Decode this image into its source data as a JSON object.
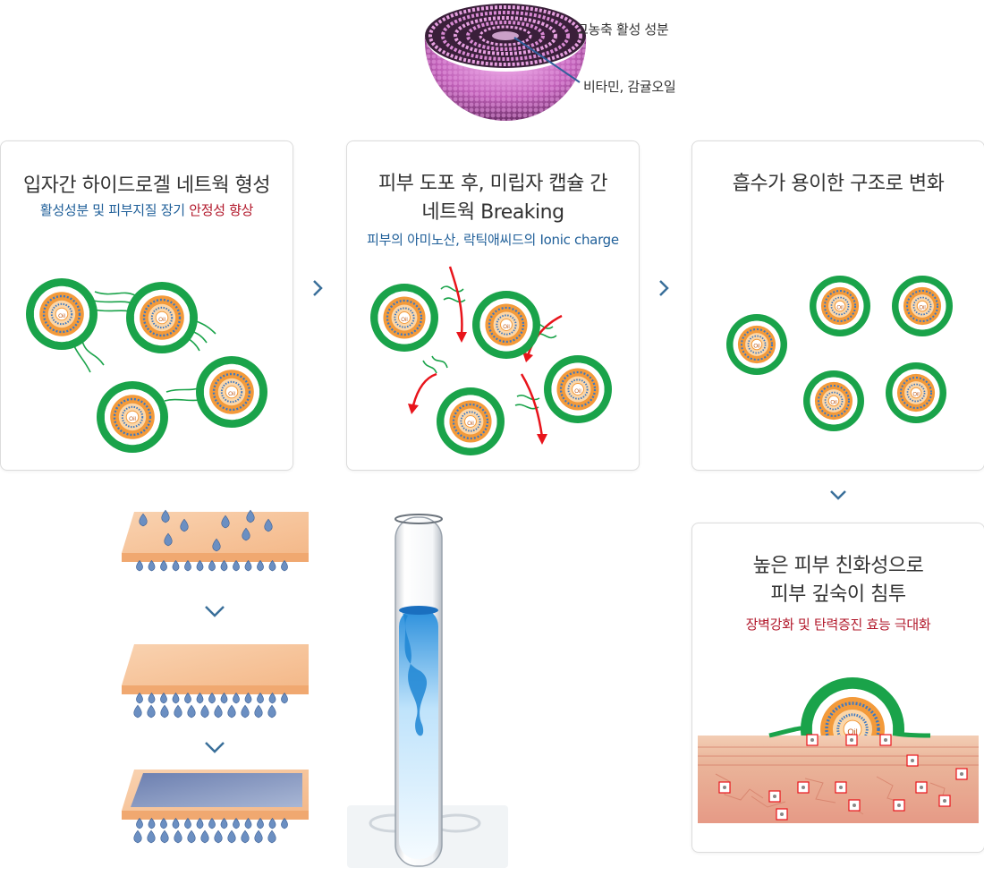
{
  "top": {
    "label_active": "고농축 활성 성분",
    "label_vitamin": "비타민, 감귤오일"
  },
  "cards": [
    {
      "title": "입자간 하이드로겔 네트웍 형성",
      "subtitle_blue": "활성성분 및 피부지질 장기",
      "subtitle_red": "안정성 향상"
    },
    {
      "title_line1": "피부 도포 후, 미립자 캡슐 간",
      "title_line2": "네트웍 Breaking",
      "subtitle_blue": "피부의 아미노산, 락틱애씨드의 Ionic charge"
    },
    {
      "title": "흡수가 용이한 구조로 변화"
    },
    {
      "title_line1": "높은 피부 친화성으로",
      "title_line2": "피부 깊숙이 침투",
      "subtitle_red": "장벽강화 및 탄력증진 효능 극대화"
    }
  ],
  "particle_label": "Oil",
  "colors": {
    "green": "#1aa34a",
    "orange": "#f39a3a",
    "blue_dot": "#3b78c4",
    "arrow_red": "#e8141b",
    "chevron": "#3a6f9a",
    "skin": "#f3c9a6"
  }
}
